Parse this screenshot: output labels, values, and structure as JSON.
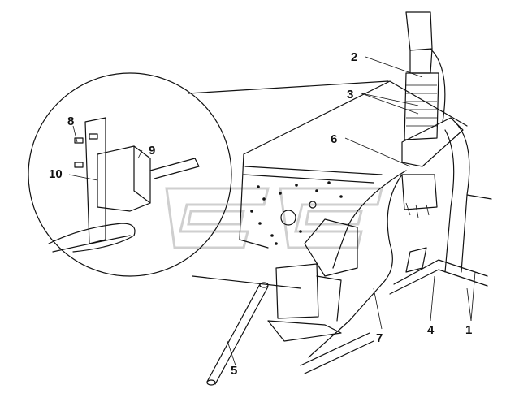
{
  "callouts": [
    {
      "id": "1",
      "text": "1"
    },
    {
      "id": "2",
      "text": "2"
    },
    {
      "id": "3",
      "text": "3"
    },
    {
      "id": "4",
      "text": "4"
    },
    {
      "id": "5",
      "text": "5"
    },
    {
      "id": "6",
      "text": "6"
    },
    {
      "id": "7",
      "text": "7"
    },
    {
      "id": "8",
      "text": "8"
    },
    {
      "id": "9",
      "text": "9"
    },
    {
      "id": "10",
      "text": "10"
    }
  ],
  "colors": {
    "ink": "#111111",
    "watermark": "#cfcfcf",
    "background": "#ffffff"
  }
}
